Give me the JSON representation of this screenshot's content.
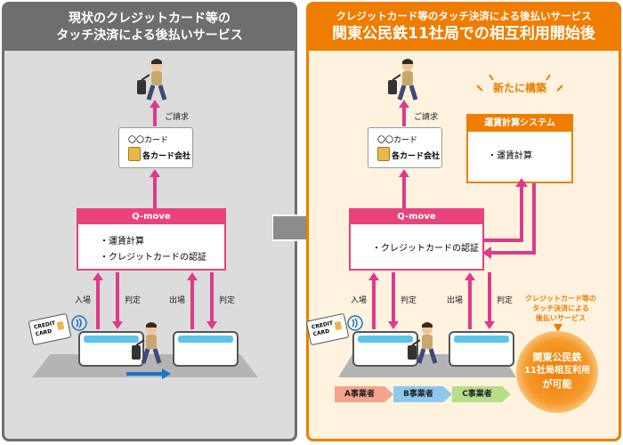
{
  "left": {
    "title_line1": "現状のクレジットカード等の",
    "title_line2": "タッチ決済による後払いサービス",
    "request_label": "ご請求",
    "card_line1": "〇〇カード",
    "card_line2": "各カード会社",
    "qmove_title": "Q-move",
    "qmove_item1": "・運賃計算",
    "qmove_item2": "・クレジットカードの認証",
    "entry_label": "入場",
    "judge_label_1": "判定",
    "exit_label": "出場",
    "judge_label_2": "判定",
    "credit_card_text": "CREDIT CARD"
  },
  "right": {
    "title_line1": "クレジットカード等のタッチ決済による後払いサービス",
    "title_line2": "関東公民鉄11社局での相互利用開始後",
    "request_label": "ご請求",
    "card_line1": "〇〇カード",
    "card_line2": "各カード会社",
    "qmove_title": "Q-move",
    "qmove_item1": "・クレジットカードの認証",
    "new_label": "新たに構築",
    "system_title": "運賃計算システム",
    "system_item": "・運賃計算",
    "entry_label": "入場",
    "judge_label_1": "判定",
    "exit_label": "出場",
    "judge_label_2": "判定",
    "credit_card_text": "CREDIT CARD",
    "operators": [
      "A事業者",
      "B事業者",
      "C事業者"
    ],
    "note_line1": "クレジットカード等の",
    "note_line2": "タッチ決済による",
    "note_line3": "後払いサービス",
    "circle_line1": "関東公民鉄",
    "circle_line2": "11社局相互利用",
    "circle_line3": "が可能"
  },
  "colors": {
    "left_header": "#6e6e6e",
    "right_header": "#ef7d00",
    "qmove_pink": "#e8437c",
    "operator_a": "#f4a38c",
    "operator_b": "#8ec8ef",
    "operator_c": "#b5dd8a"
  }
}
